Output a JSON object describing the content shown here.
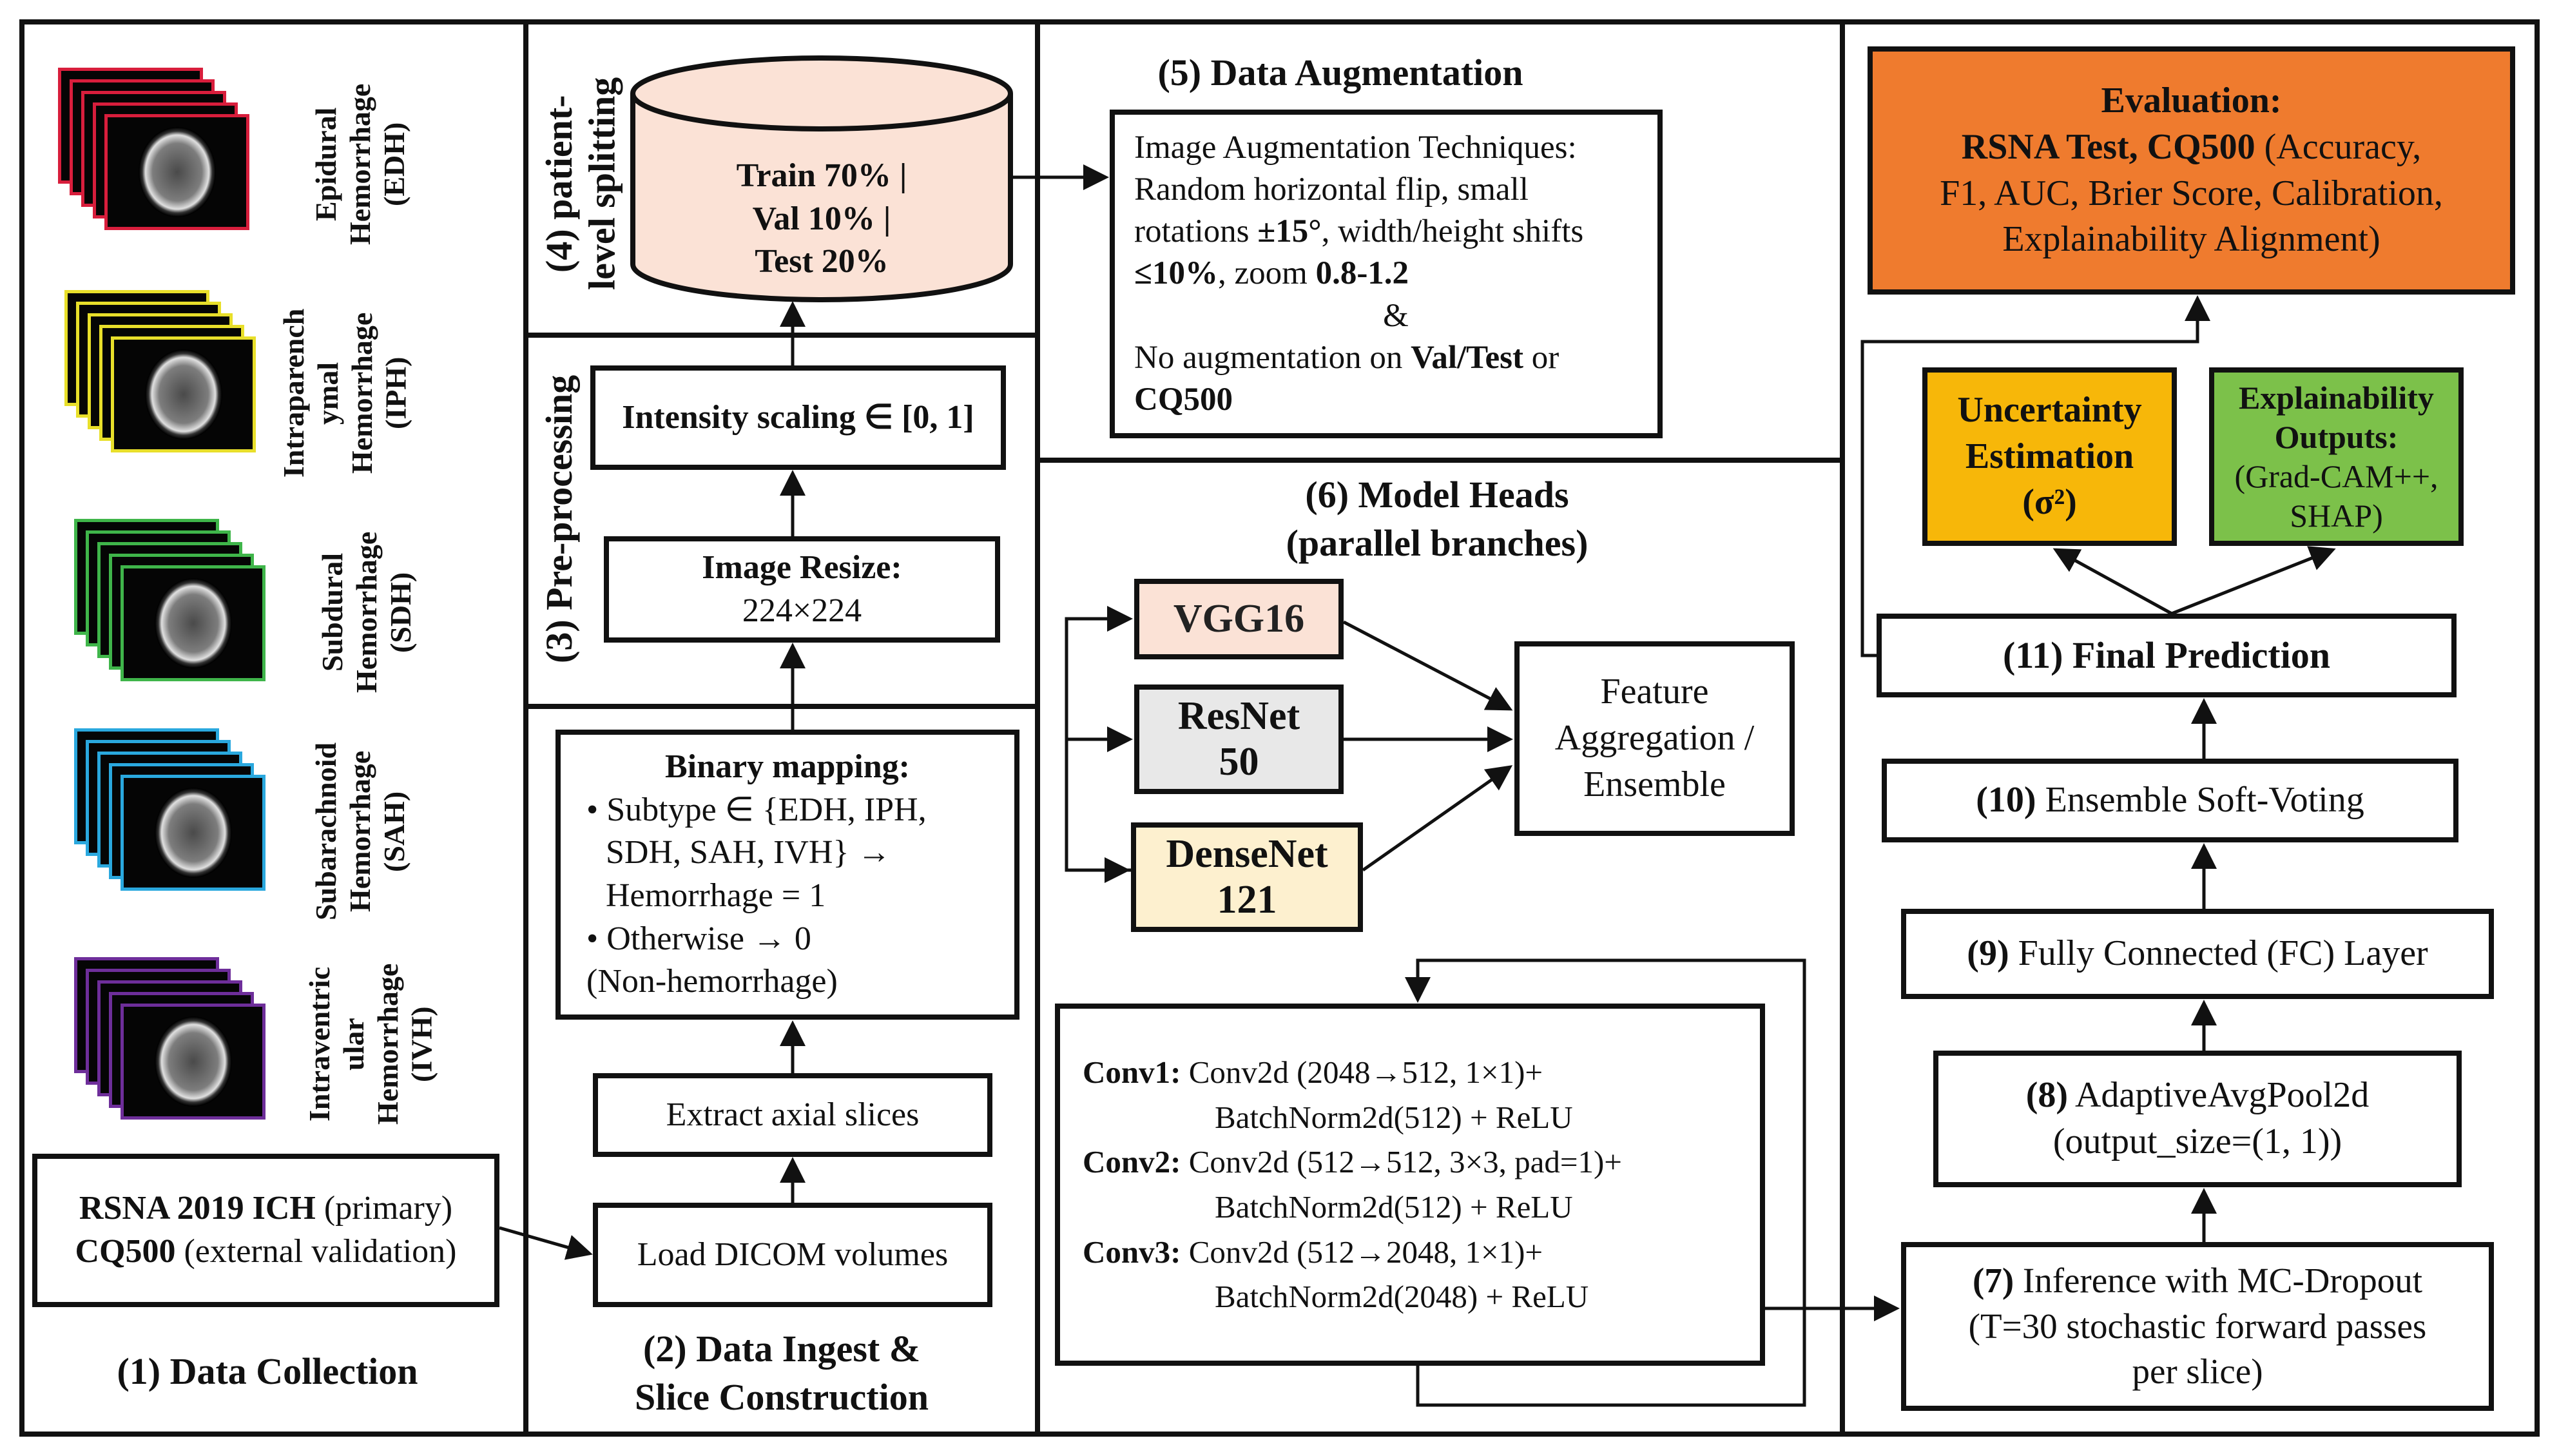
{
  "sections": {
    "s1": "(1) Data Collection",
    "s2_line1": "(2) Data Ingest &",
    "s2_line2": "Slice Construction",
    "s3": "(3) Pre-processing",
    "s4_line1": "(4) patient-",
    "s4_line2": "level splitting",
    "s5": "(5) Data Augmentation",
    "s6_line1": "(6) Model Heads",
    "s6_line2": "(parallel branches)"
  },
  "subtypes": [
    {
      "label": "Epidural\nHemorrhage\n(EDH)",
      "color": "#d81e3c"
    },
    {
      "label": "Intraparench\nymal\nHemorrhage\n(IPH)",
      "color": "#e8df2a"
    },
    {
      "label": "Subdural\nHemorrhage\n(SDH)",
      "color": "#3fb54a"
    },
    {
      "label": "Subarachnoid\nHemorrhage\n(SAH)",
      "color": "#2aa8de"
    },
    {
      "label": "Intraventric\nular\nHemorrhage\n(IVH)",
      "color": "#6e2e9a"
    }
  ],
  "datasets": {
    "rsna_bold": "RSNA 2019 ICH",
    "rsna_rest": " (primary)",
    "cq_bold": "CQ500",
    "cq_rest": " (external validation)"
  },
  "ingest": {
    "load": "Load DICOM volumes",
    "extract": "Extract axial slices",
    "binary_title": "Binary mapping:",
    "binary_l1": "• Subtype  ∈ {EDH, IPH,",
    "binary_l2": "SDH, SAH, IVH} →",
    "binary_l3": "Hemorrhage = 1",
    "binary_l4": "• Otherwise → 0",
    "binary_l5": "(Non-hemorrhage)"
  },
  "preprocess": {
    "resize_title": "Image Resize:",
    "resize_value": "224×224",
    "intensity": "Intensity scaling ∈ [0, 1]"
  },
  "split": {
    "line1": "Train 70% |",
    "line2": "Val 10% |",
    "line3": "Test 20%"
  },
  "augmentation": {
    "l1": "Image Augmentation Techniques:",
    "l2": "Random horizontal flip, small",
    "l3a": "rotations ",
    "l3b": "±15°",
    "l3c": ", width/height shifts",
    "l4a": "≤10%",
    "l4b": ", zoom ",
    "l4c": "0.8-1.2",
    "amp": "&",
    "l5a": "No augmentation on ",
    "l5b": "Val/Test",
    "l5c": " or",
    "l6": "CQ500"
  },
  "models": {
    "vgg": "VGG16",
    "resnet_l1": "ResNet",
    "resnet_l2": "50",
    "densenet_l1": "DenseNet",
    "densenet_l2": "121",
    "agg_l1": "Feature",
    "agg_l2": "Aggregation /",
    "agg_l3": "Ensemble"
  },
  "conv": {
    "c1_label": "Conv1:",
    "c1_l1": "Conv2d (2048→512, 1×1)+",
    "c1_l2": "BatchNorm2d(512) + ReLU",
    "c2_label": "Conv2:",
    "c2_l1": "Conv2d (512→512, 3×3, pad=1)+",
    "c2_l2": "BatchNorm2d(512) + ReLU",
    "c3_label": "Conv3:",
    "c3_l1": "Conv2d (512→2048, 1×1)+",
    "c3_l2": "BatchNorm2d(2048) + ReLU"
  },
  "pipeline": {
    "s7_num": "(7)",
    "s7_l1": " Inference with MC-Dropout",
    "s7_l2": "(T=30 stochastic forward passes",
    "s7_l3": "per slice)",
    "s8_num": "(8)",
    "s8_l1": " AdaptiveAvgPool2d",
    "s8_l2": "(output_size=(1, 1))",
    "s9_num": "(9)",
    "s9_l1": " Fully Connected (FC) Layer",
    "s10_num": "(10)",
    "s10_l1": " Ensemble Soft-Voting",
    "s11": "(11) Final Prediction"
  },
  "outputs": {
    "unc_l1": "Uncertainty",
    "unc_l2": "Estimation",
    "unc_l3": "(σ²)",
    "exp_l1": "Explainability",
    "exp_l2": "Outputs:",
    "exp_l3": "(Grad-CAM++,",
    "exp_l4": "SHAP)"
  },
  "evaluation": {
    "title": "Evaluation:",
    "l1_bold": "RSNA Test, CQ500",
    "l1_rest": " (Accuracy,",
    "l2": "F1, AUC, Brier Score, Calibration,",
    "l3": "Explainability Alignment)"
  },
  "colors": {
    "split_fill": "#fbe2d6",
    "vgg_fill": "#fbe2d6",
    "resnet_fill": "#e8e8e8",
    "densenet_fill": "#fdf0cf",
    "uncertainty_fill": "#f7b709",
    "explain_fill": "#7cc14a",
    "evaluation_fill": "#ef7b2e"
  }
}
